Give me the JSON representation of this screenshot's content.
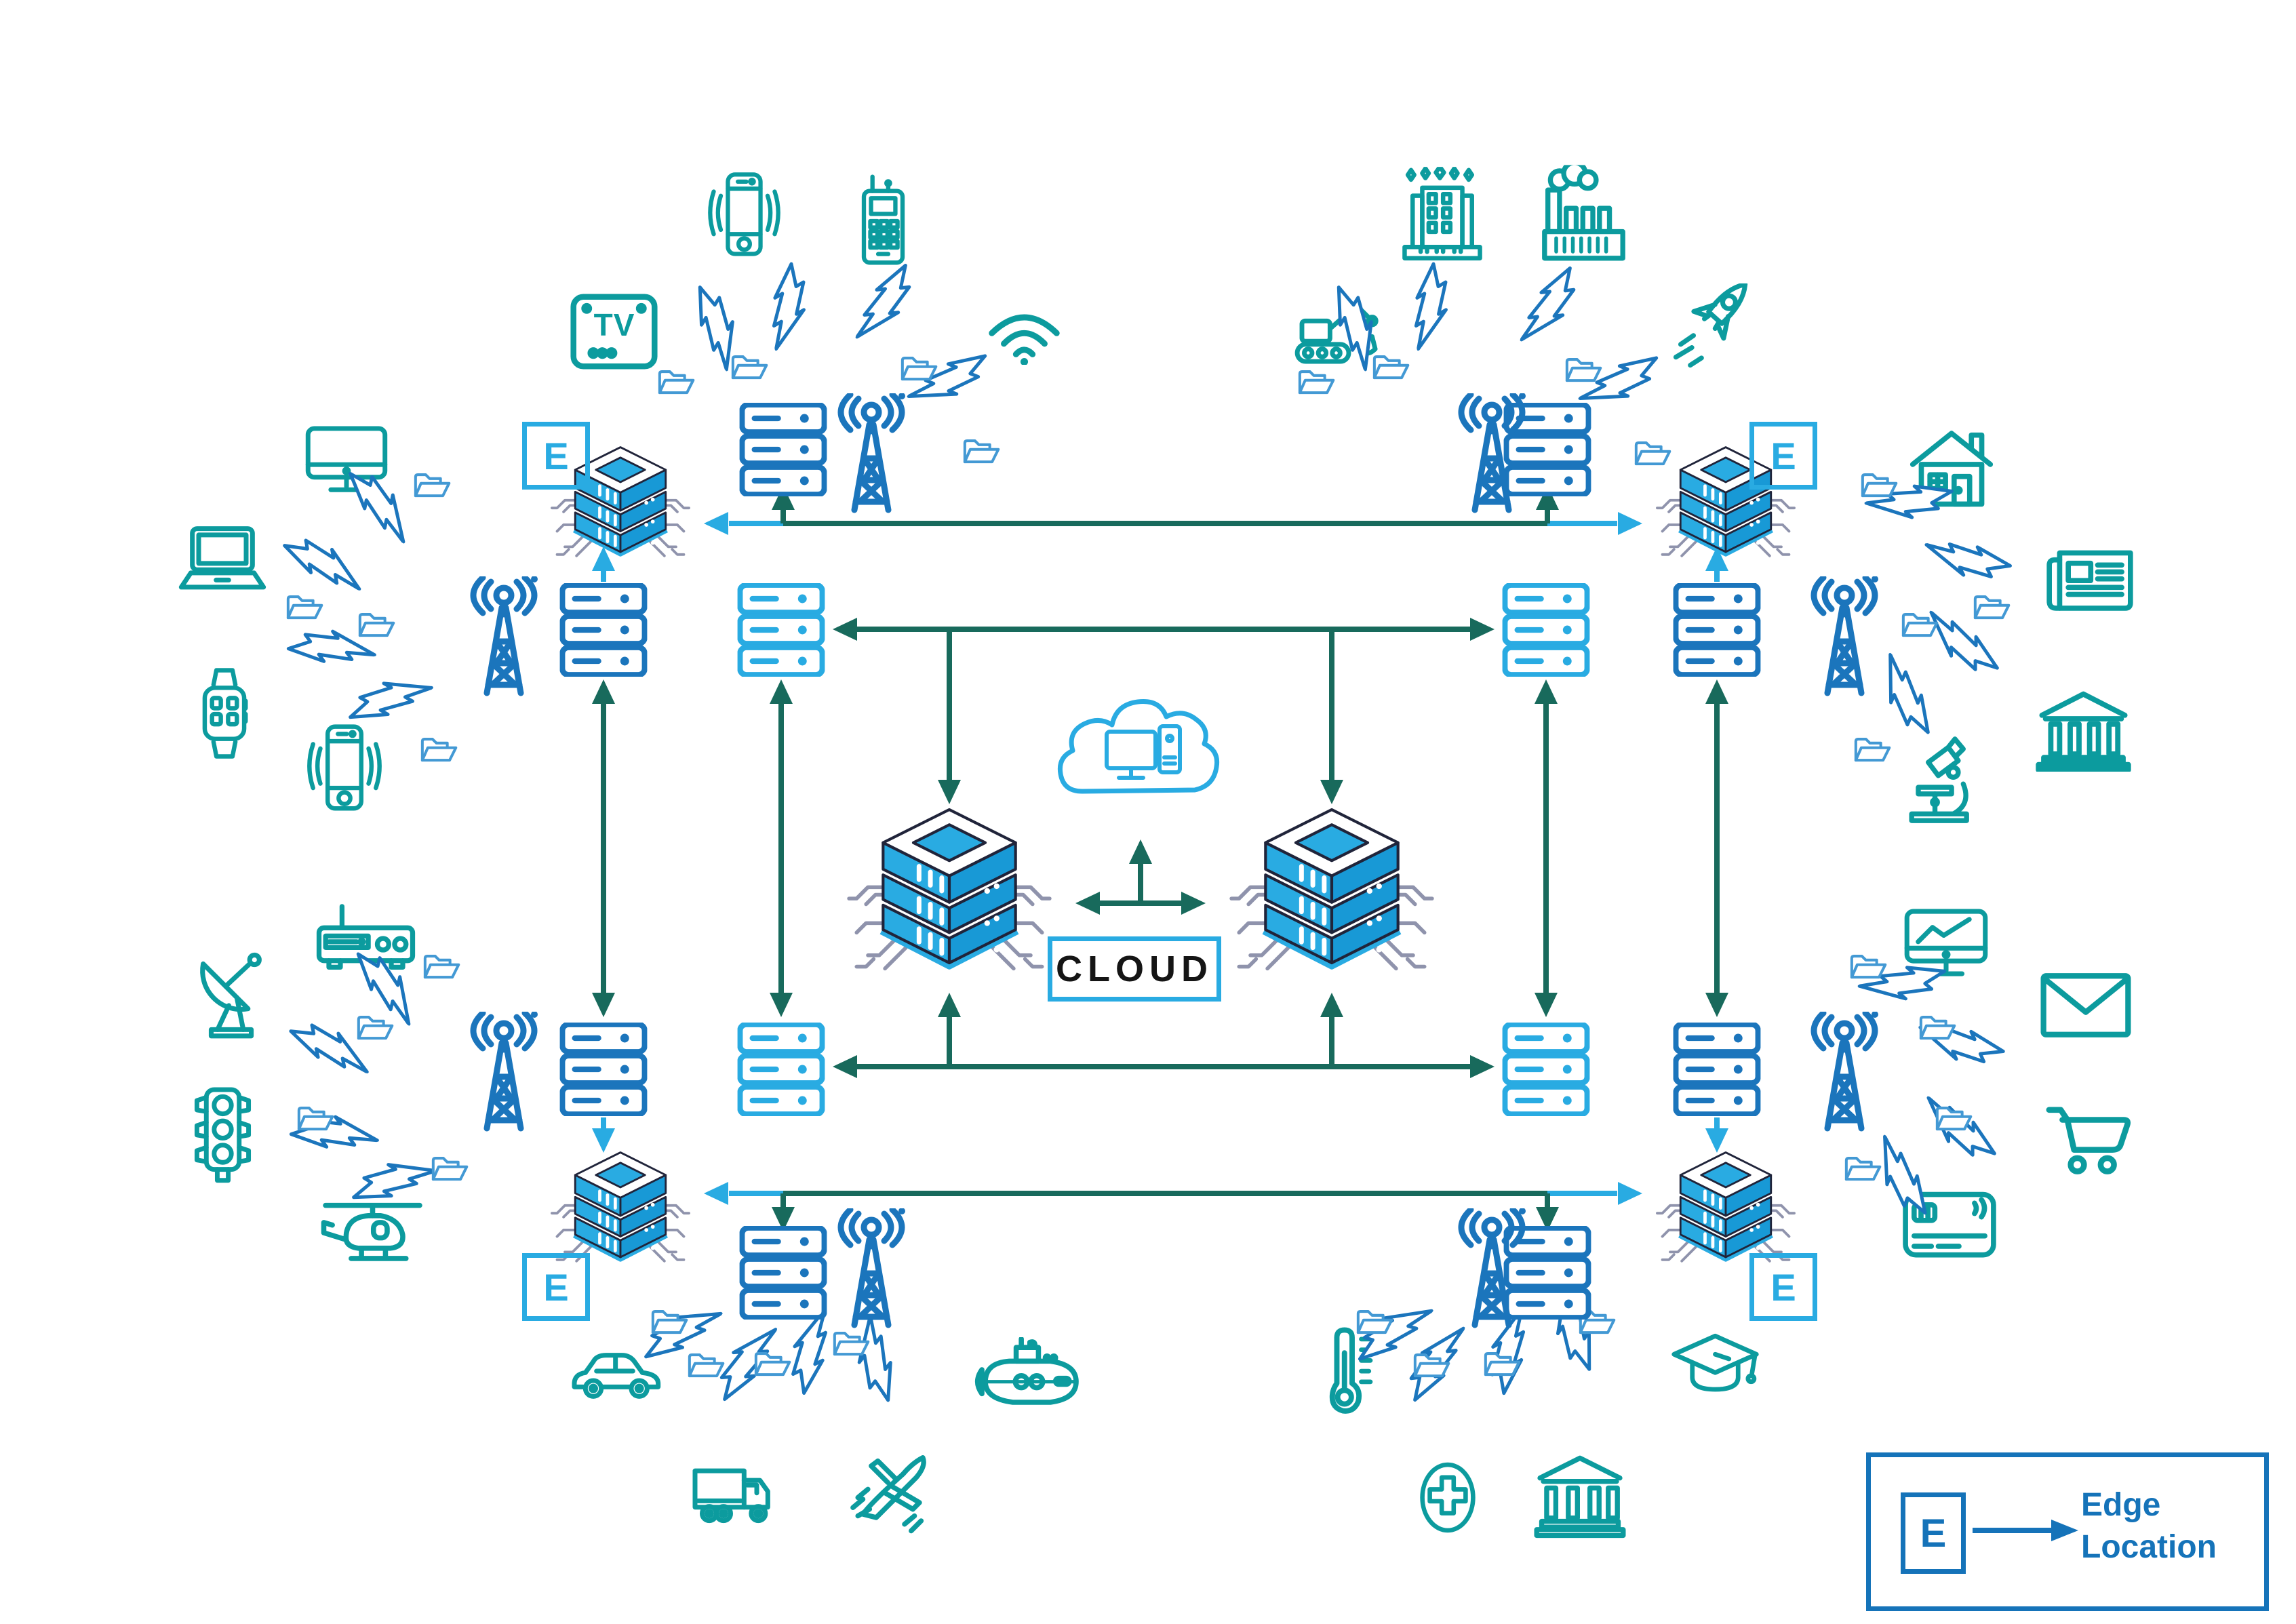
{
  "labels": {
    "cloud": "CLOUD",
    "edge_marker": "E",
    "tv": "TV"
  },
  "legend": {
    "marker": "E",
    "line1": "Edge",
    "line2": "Location"
  },
  "colors": {
    "device_teal": "#0c9b9e",
    "icon_blue": "#1b75bc",
    "accent_cyan": "#29abe2",
    "arrow_teal": "#186a5c",
    "folder_blue": "#4399d4",
    "legend_blue": "#1573b9",
    "circuit_gray": "#8f93ac",
    "ink": "#20243a",
    "cloud_text": "#151515"
  },
  "nodes": {
    "cloud": "cloud-computing",
    "core_server_stacks": 2,
    "edge_location_stacks": 4,
    "cell_towers": 8,
    "server_racks": 12
  },
  "clusters": {
    "top_left": {
      "devices": [
        "smartphone-ringing-icon",
        "walkie-talkie-icon",
        "tv-icon",
        "wifi-icon"
      ]
    },
    "top_right": {
      "devices": [
        "hotel-building-icon",
        "factory-icon",
        "excavator-icon",
        "rocket-icon"
      ]
    },
    "left_upper": {
      "devices": [
        "desktop-monitor-icon",
        "laptop-icon",
        "smartwatch-icon",
        "smartphone-vibrating-icon"
      ]
    },
    "right_upper": {
      "devices": [
        "house-icon",
        "newspaper-icon",
        "bank-icon",
        "microscope-icon"
      ]
    },
    "left_lower": {
      "devices": [
        "satellite-dish-icon",
        "radio-receiver-icon",
        "traffic-light-icon",
        "helicopter-icon"
      ]
    },
    "right_lower": {
      "devices": [
        "chart-monitor-icon",
        "envelope-icon",
        "shopping-cart-icon",
        "credit-card-icon"
      ]
    },
    "bottom_left": {
      "devices": [
        "car-icon",
        "truck-icon",
        "airplane-icon",
        "submarine-icon"
      ]
    },
    "bottom_right": {
      "devices": [
        "thermometer-icon",
        "medical-cross-icon",
        "university-icon",
        "graduation-cap-icon"
      ]
    }
  }
}
